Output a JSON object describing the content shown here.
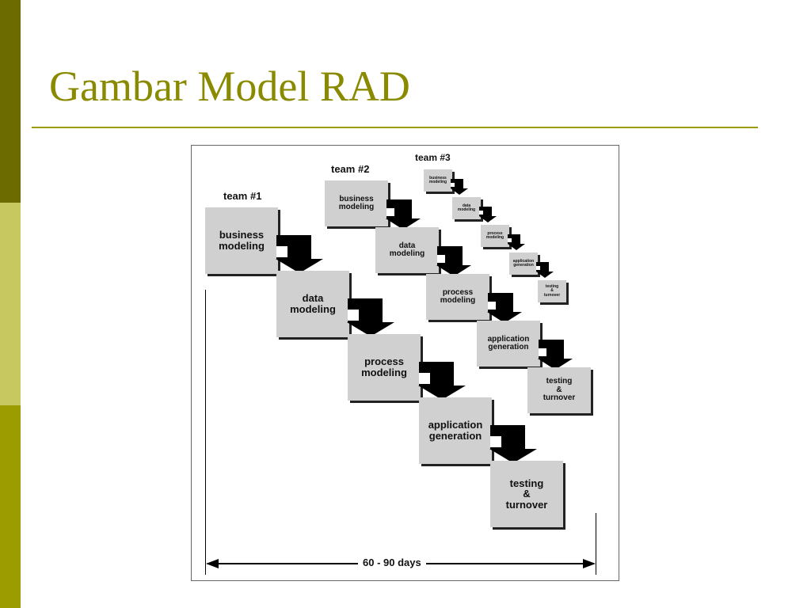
{
  "slide": {
    "title": "Gambar Model RAD"
  },
  "diagram": {
    "teams": [
      {
        "label": "team #1",
        "steps": [
          {
            "lines": [
              "business",
              "modeling"
            ]
          },
          {
            "lines": [
              "data",
              "modeling"
            ]
          },
          {
            "lines": [
              "process",
              "modeling"
            ]
          },
          {
            "lines": [
              "application",
              "generation"
            ]
          },
          {
            "lines": [
              "testing",
              "&",
              "turnover"
            ]
          }
        ]
      },
      {
        "label": "team #2",
        "steps": [
          {
            "lines": [
              "business",
              "modeling"
            ]
          },
          {
            "lines": [
              "data",
              "modeling"
            ]
          },
          {
            "lines": [
              "process",
              "modeling"
            ]
          },
          {
            "lines": [
              "application",
              "generation"
            ]
          },
          {
            "lines": [
              "testing",
              "&",
              "turnover"
            ]
          }
        ]
      },
      {
        "label": "team #3",
        "steps": [
          {
            "lines": [
              "business",
              "modeling"
            ]
          },
          {
            "lines": [
              "data",
              "modeling"
            ]
          },
          {
            "lines": [
              "process",
              "modeling"
            ]
          },
          {
            "lines": [
              "application",
              "generation"
            ]
          },
          {
            "lines": [
              "testing",
              "&",
              "turnover"
            ]
          }
        ]
      }
    ],
    "duration_label": "60 - 90 days"
  }
}
